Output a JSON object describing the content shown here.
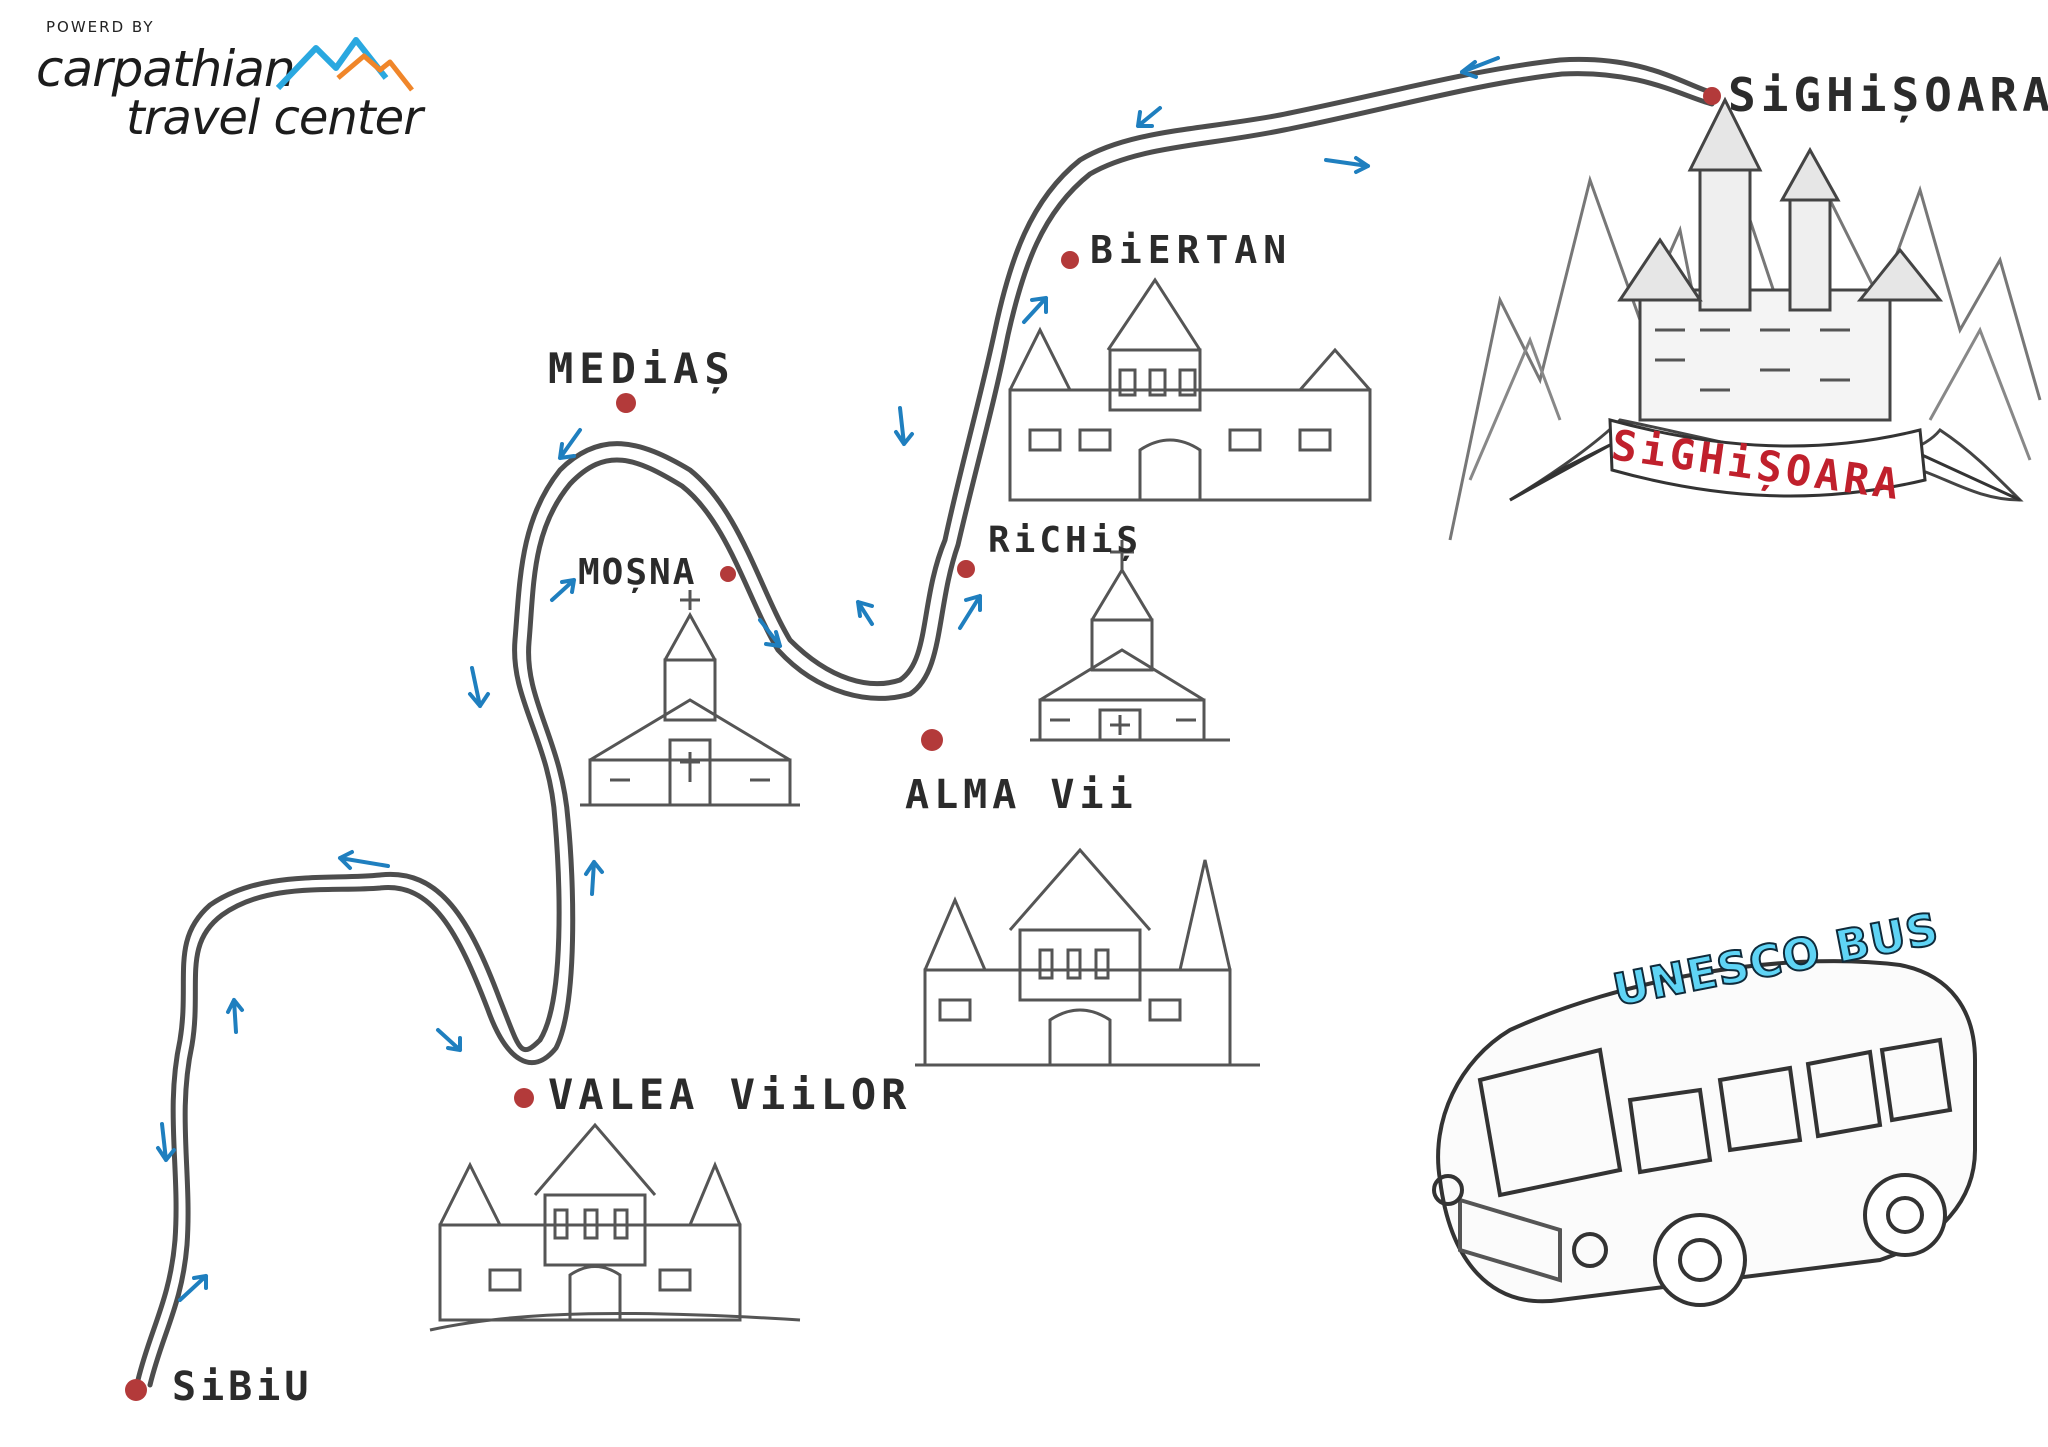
{
  "logo": {
    "powered": "POWERD BY",
    "line1": "carpathian",
    "line2": "travel center"
  },
  "towns": {
    "sighisoara": "SiGHiȘOARA",
    "biertan": "BiERTAN",
    "medias": "MEDiAȘ",
    "mosna": "MOȘNA",
    "richis": "RiCHiȘ",
    "alma_vii": "ALMA Vii",
    "valea_viilor": "VALEA ViiLOR",
    "sibiu": "SiBiU"
  },
  "banner": "SiGHiȘOARA",
  "bus": {
    "sign": "UNESCO BUS"
  },
  "colors": {
    "route": "#555555",
    "arrow": "#1f7fbf",
    "dot": "#b33a3a",
    "banner_text": "#c0202c",
    "bus_sign": "#5fd4f5",
    "logo_blue": "#2aa8e0",
    "logo_orange": "#f0862a"
  },
  "icons": {
    "mountain": "mountain-logo-icon",
    "arrow": "direction-arrow-icon",
    "castle": "castle-icon",
    "church": "church-icon",
    "bus": "bus-icon"
  }
}
